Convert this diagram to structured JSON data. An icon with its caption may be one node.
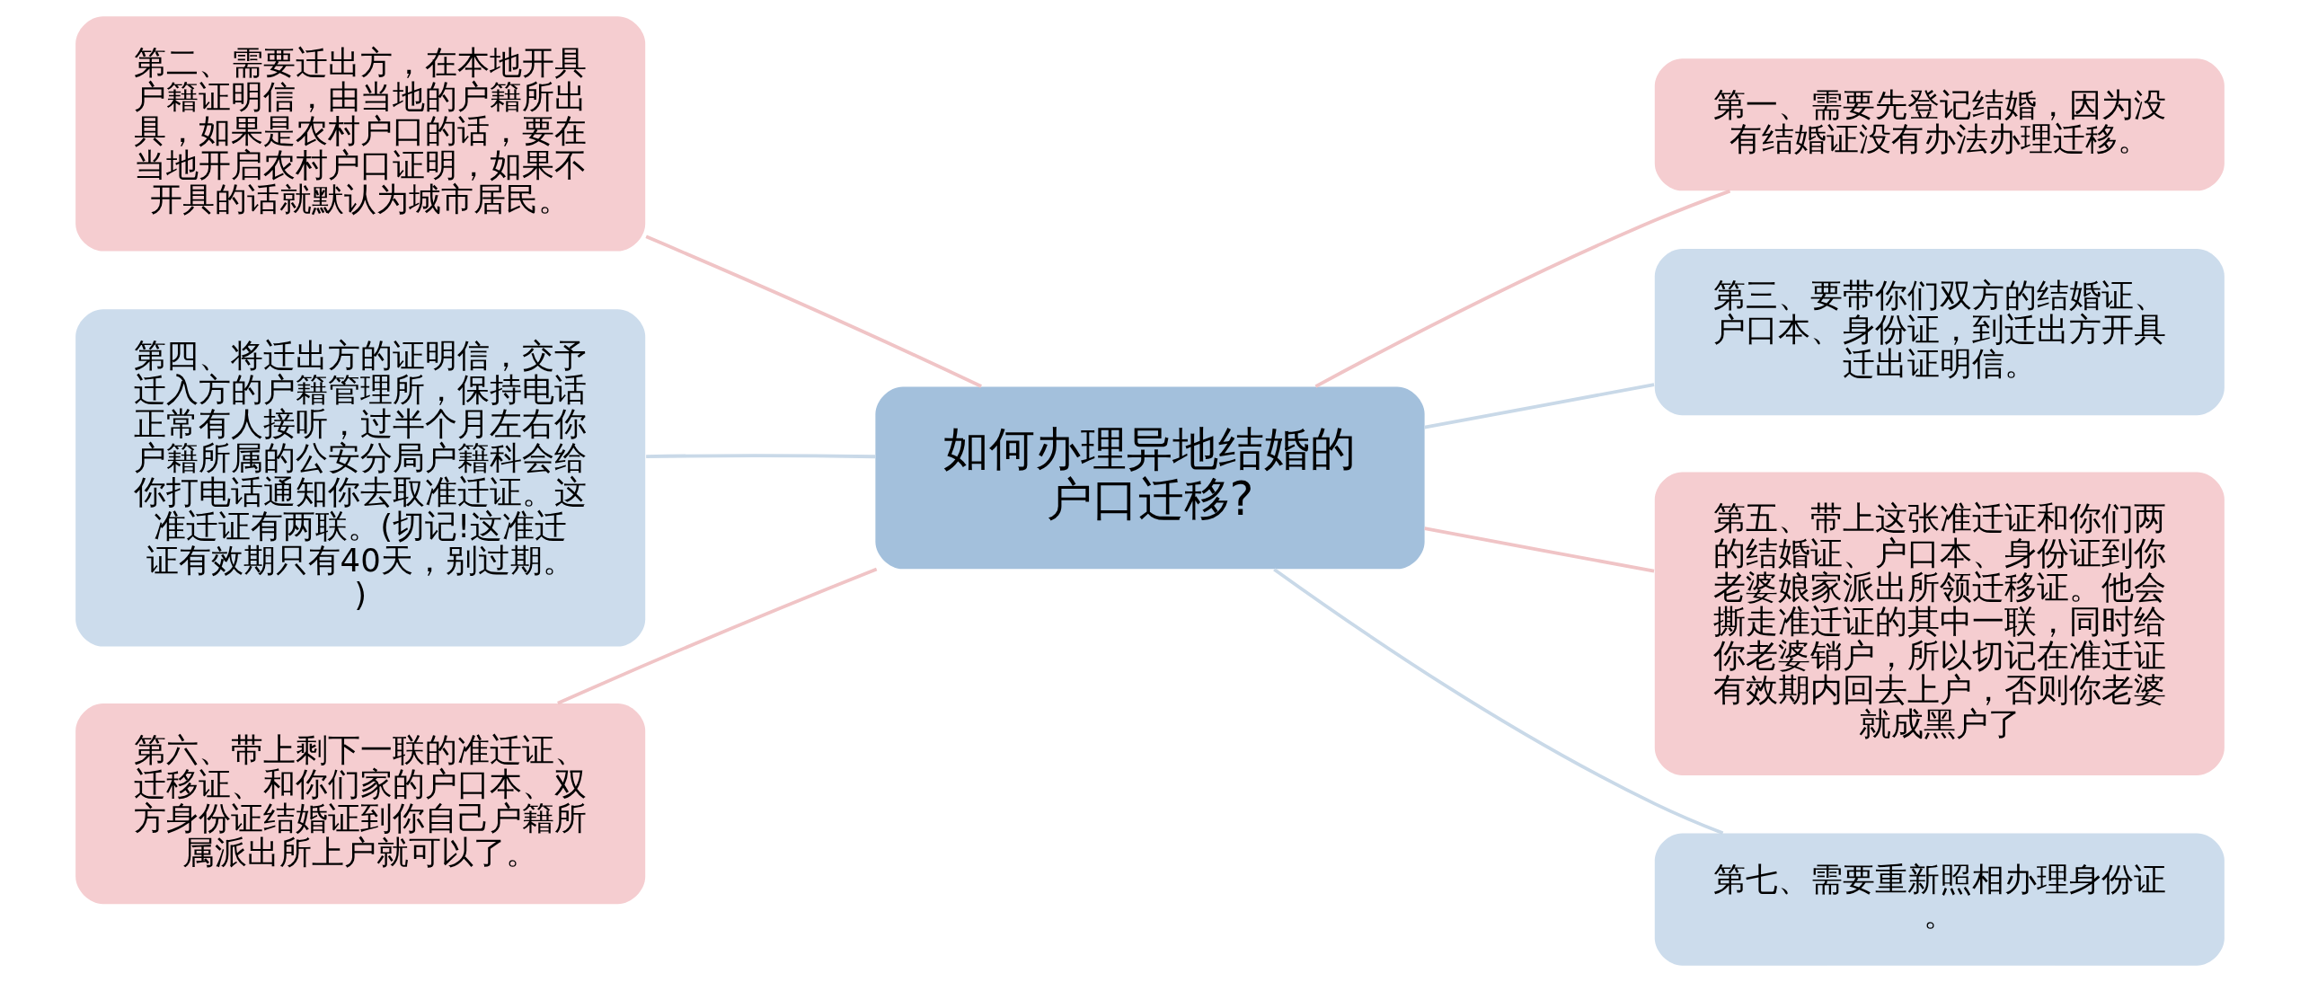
{
  "diagram": {
    "nodes": [
      {
        "text": [
          "如何办理异地结婚的户口迁移?"
        ]
      },
      {
        "text": [
          "第一、需要先登记结婚，因为没有结婚证没有办法办理迁移。"
        ]
      },
      {
        "text": [
          "第二、需要迁出方，在本地开具户籍证明信，由当地的户籍所出具，如果是农村户口的话，要在当地开启农村户口证明，如果不开具的话就默认为城市居民。"
        ]
      },
      {
        "text": [
          "第三、要带你们双方的结婚证、户口本、身份证，到迁出方开具迁出证明信。"
        ]
      },
      {
        "text": [
          "第四、将迁出方的证明信，交予迁入方的户籍管理所，保持电话正常有人接听，过半个月左右你户籍所属的公安分局户籍科会给你打电话通知你去取准迁证。这准迁证有两联。(切记!这准迁证有效期只有40天，别过期。)"
        ]
      },
      {
        "text": [
          "第五、带上这张准迁证和你们两的结婚证、户口本、身份证到你老婆娘家派出所领迁移证。他会撕走准迁证的其中一联，同时给你老婆销户，所以切记在准迁证有效期内回去上户，否则你老婆就成黑户了"
        ]
      },
      {
        "text": [
          "第六、带上剩下一联的准迁证、迁移证、和你们家的户口本、双方身份证结婚证到你自己户籍所属派出所上户就可以了。"
        ]
      },
      {
        "text": [
          "第七、需要重新照相办理身份证。"
        ]
      }
    ],
    "edges": [
      {
        "from": 0,
        "to": 1,
        "arrow": "none"
      },
      {
        "from": 0,
        "to": 2,
        "arrow": "none"
      },
      {
        "from": 0,
        "to": 3,
        "arrow": "none",
        "color": "#c9d9e8"
      },
      {
        "from": 0,
        "to": 4,
        "arrow": "none",
        "color": "#c9d9e8"
      },
      {
        "from": 0,
        "to": 5,
        "arrow": "none"
      },
      {
        "from": 0,
        "to": 6,
        "arrow": "none"
      },
      {
        "from": 0,
        "to": 7,
        "arrow": "none",
        "color": "#c9d9e8"
      }
    ]
  }
}
